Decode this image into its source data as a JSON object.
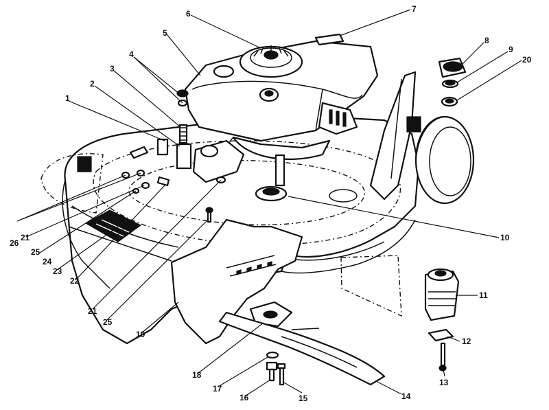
{
  "callouts": [
    {
      "id": "c1",
      "text": "1"
    },
    {
      "id": "c2",
      "text": "2"
    },
    {
      "id": "c3",
      "text": "3"
    },
    {
      "id": "c4",
      "text": "4"
    },
    {
      "id": "c5",
      "text": "5"
    },
    {
      "id": "c6",
      "text": "6"
    },
    {
      "id": "c7",
      "text": "7"
    },
    {
      "id": "c8",
      "text": "8"
    },
    {
      "id": "c9",
      "text": "9"
    },
    {
      "id": "c20",
      "text": "20"
    },
    {
      "id": "c10",
      "text": "10"
    },
    {
      "id": "c11",
      "text": "11"
    },
    {
      "id": "c12",
      "text": "12"
    },
    {
      "id": "c13",
      "text": "13"
    },
    {
      "id": "c14",
      "text": "14"
    },
    {
      "id": "c15",
      "text": "15"
    },
    {
      "id": "c16",
      "text": "16"
    },
    {
      "id": "c17",
      "text": "17"
    },
    {
      "id": "c18",
      "text": "18"
    },
    {
      "id": "c19",
      "text": "19"
    },
    {
      "id": "c25b",
      "text": "25"
    },
    {
      "id": "c21b",
      "text": "21"
    },
    {
      "id": "c22",
      "text": "22"
    },
    {
      "id": "c23",
      "text": "23"
    },
    {
      "id": "c24",
      "text": "24"
    },
    {
      "id": "c25a",
      "text": "25"
    },
    {
      "id": "c21a",
      "text": "21"
    },
    {
      "id": "c26",
      "text": "26"
    }
  ]
}
